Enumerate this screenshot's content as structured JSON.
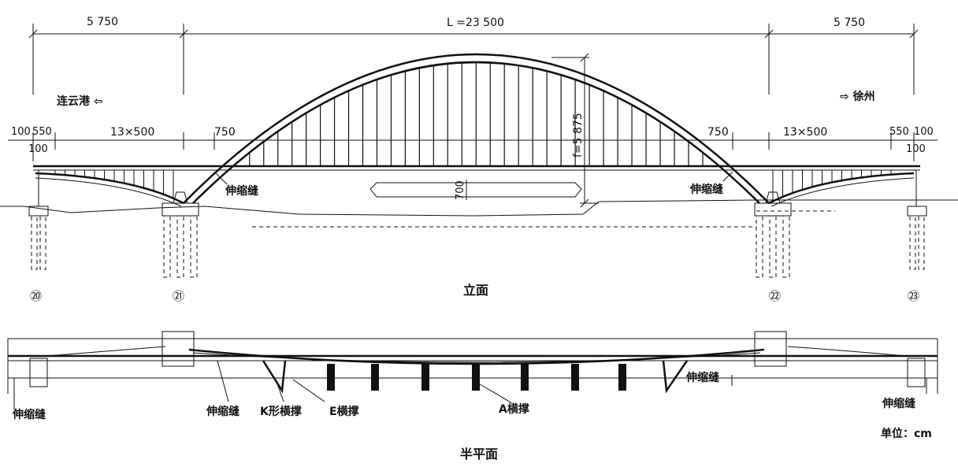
{
  "elevation": {
    "dims_top": {
      "left": "5 750",
      "span": "L =23 500",
      "right": "5 750"
    },
    "dims_second_left": {
      "a": "100",
      "b": "550",
      "c": "100",
      "d": "13×500",
      "e": "750"
    },
    "dims_second_right": {
      "e": "750",
      "d": "13×500",
      "b": "550",
      "a": "100",
      "c": "100"
    },
    "rise": "f=5 875",
    "deck_depth": "700",
    "direction_left": "连云港 ⇦",
    "direction_right": "⇨ 徐州",
    "expansion_joint": "伸缩缝",
    "piers": [
      "⑳",
      "㉑",
      "㉒",
      "㉓"
    ],
    "title": "立面"
  },
  "plan": {
    "labels": {
      "joint_left": "伸缩缝",
      "joint_mid": "伸缩缝",
      "k_brace": "K形横撑",
      "e_brace": "E横撑",
      "a_brace": "A横撑",
      "joint_right_mid": "伸缩缝",
      "joint_right": "伸缩缝"
    },
    "title": "半平面"
  },
  "units": "单位：cm"
}
